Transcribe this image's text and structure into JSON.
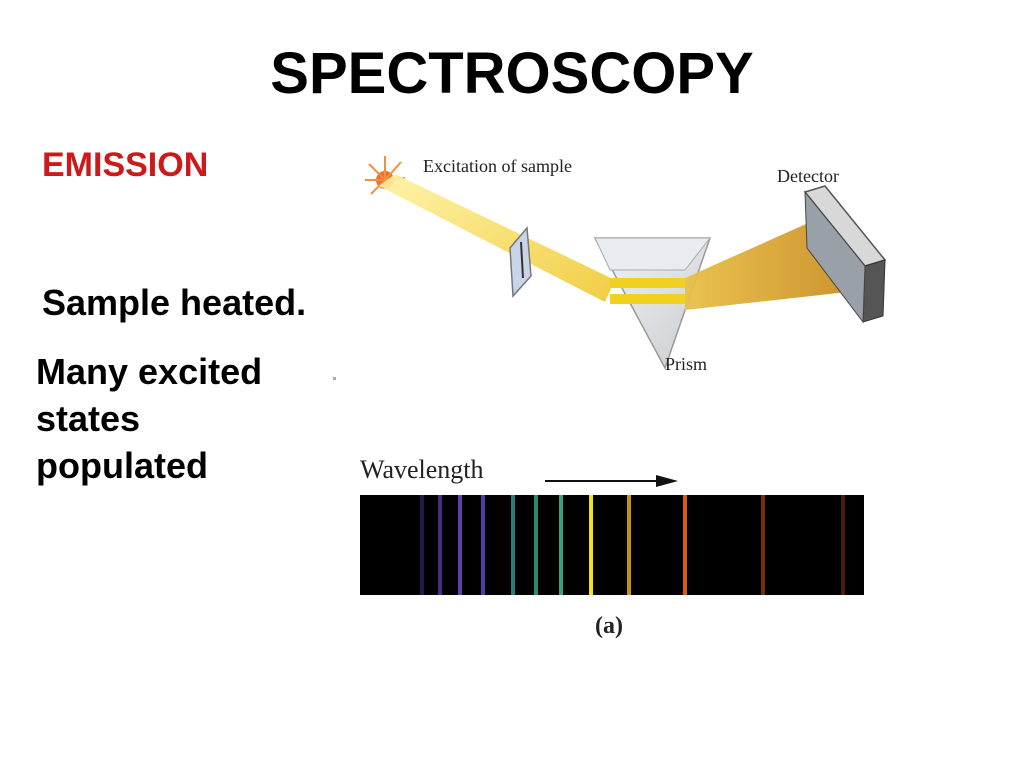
{
  "slide": {
    "title": "SPECTROSCOPY",
    "subtitle": "EMISSION",
    "bullet_1": "Sample heated.",
    "bullet_2_lines": [
      "Many excited",
      "states",
      "populated"
    ]
  },
  "diagram": {
    "labels": {
      "excitation": "Excitation of sample",
      "detector": "Detector",
      "prism": "Prism"
    }
  },
  "spectrum": {
    "axis_label": "Wavelength",
    "caption": "(a)",
    "lines": [
      {
        "position": 0.12,
        "color": "#3a2a7a",
        "intensity": 0.6
      },
      {
        "position": 0.155,
        "color": "#5a3aa0",
        "intensity": 0.8
      },
      {
        "position": 0.195,
        "color": "#6a46c0",
        "intensity": 0.9
      },
      {
        "position": 0.24,
        "color": "#5b3fb8",
        "intensity": 0.9
      },
      {
        "position": 0.3,
        "color": "#2f8a8a",
        "intensity": 0.9
      },
      {
        "position": 0.345,
        "color": "#2d9a78",
        "intensity": 0.9
      },
      {
        "position": 0.395,
        "color": "#3fb08a",
        "intensity": 0.9
      },
      {
        "position": 0.455,
        "color": "#f2e21a",
        "intensity": 1.0
      },
      {
        "position": 0.53,
        "color": "#d8a020",
        "intensity": 0.9
      },
      {
        "position": 0.64,
        "color": "#d85a10",
        "intensity": 1.0
      },
      {
        "position": 0.795,
        "color": "#8a3a10",
        "intensity": 0.8
      },
      {
        "position": 0.955,
        "color": "#6a2a10",
        "intensity": 0.7
      }
    ]
  }
}
